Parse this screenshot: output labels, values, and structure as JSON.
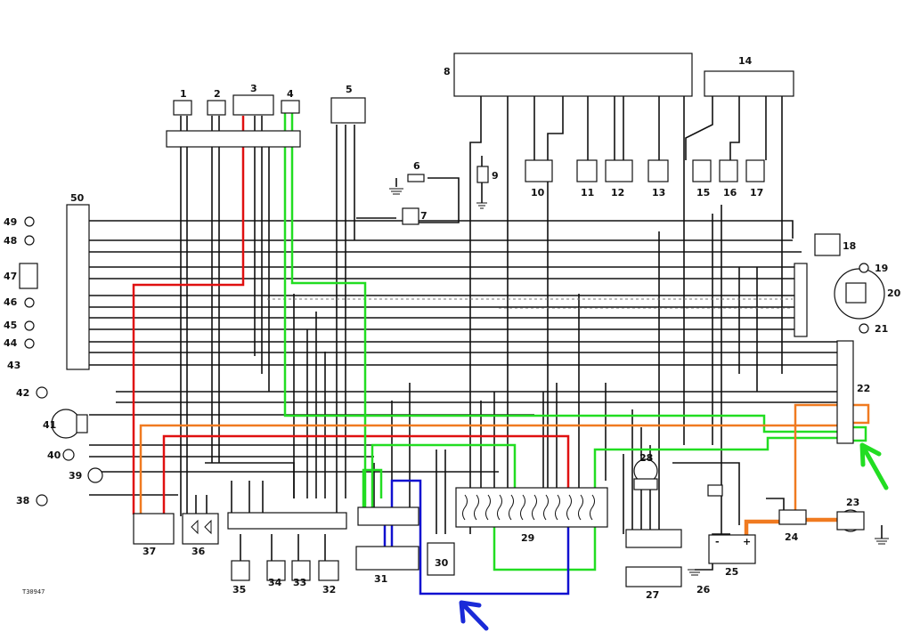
{
  "drawing_code": "T30947",
  "colors": {
    "red": "#e01010",
    "green": "#22dd22",
    "orange": "#f07a20",
    "blue": "#1010d0",
    "arrow_green": "#22dd22",
    "arrow_blue": "#1a2ad8",
    "wire": "#111111"
  },
  "components": [
    {
      "id": "1",
      "label": "1"
    },
    {
      "id": "2",
      "label": "2"
    },
    {
      "id": "3",
      "label": "3"
    },
    {
      "id": "4",
      "label": "4"
    },
    {
      "id": "5",
      "label": "5"
    },
    {
      "id": "6",
      "label": "6"
    },
    {
      "id": "7",
      "label": "7"
    },
    {
      "id": "8",
      "label": "8"
    },
    {
      "id": "9",
      "label": "9"
    },
    {
      "id": "10",
      "label": "10"
    },
    {
      "id": "11",
      "label": "11"
    },
    {
      "id": "12",
      "label": "12"
    },
    {
      "id": "13",
      "label": "13"
    },
    {
      "id": "14",
      "label": "14"
    },
    {
      "id": "15",
      "label": "15"
    },
    {
      "id": "16",
      "label": "16"
    },
    {
      "id": "17",
      "label": "17"
    },
    {
      "id": "18",
      "label": "18"
    },
    {
      "id": "19",
      "label": "19"
    },
    {
      "id": "20",
      "label": "20"
    },
    {
      "id": "21",
      "label": "21"
    },
    {
      "id": "22",
      "label": "22"
    },
    {
      "id": "23",
      "label": "23"
    },
    {
      "id": "24",
      "label": "24"
    },
    {
      "id": "25",
      "label": "25"
    },
    {
      "id": "26",
      "label": "26"
    },
    {
      "id": "27",
      "label": "27"
    },
    {
      "id": "28",
      "label": "28"
    },
    {
      "id": "29",
      "label": "29"
    },
    {
      "id": "30",
      "label": "30"
    },
    {
      "id": "31",
      "label": "31"
    },
    {
      "id": "32",
      "label": "32"
    },
    {
      "id": "33",
      "label": "33"
    },
    {
      "id": "34",
      "label": "34"
    },
    {
      "id": "35",
      "label": "35"
    },
    {
      "id": "36",
      "label": "36"
    },
    {
      "id": "37",
      "label": "37"
    },
    {
      "id": "38",
      "label": "38"
    },
    {
      "id": "39",
      "label": "39"
    },
    {
      "id": "40",
      "label": "40"
    },
    {
      "id": "41",
      "label": "41"
    },
    {
      "id": "42",
      "label": "42"
    },
    {
      "id": "43",
      "label": "43"
    },
    {
      "id": "44",
      "label": "44"
    },
    {
      "id": "45",
      "label": "45"
    },
    {
      "id": "46",
      "label": "46"
    },
    {
      "id": "47",
      "label": "47"
    },
    {
      "id": "48",
      "label": "48"
    },
    {
      "id": "49",
      "label": "49"
    },
    {
      "id": "50",
      "label": "50"
    }
  ],
  "battery_signs": {
    "negative": "-",
    "positive": "+"
  }
}
